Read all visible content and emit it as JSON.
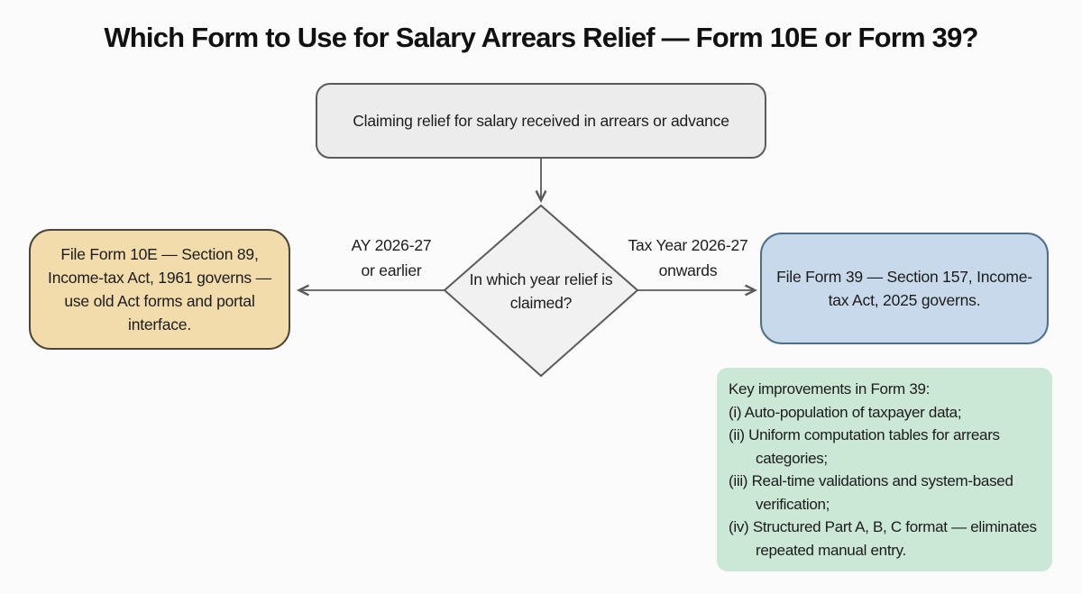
{
  "title": "Which Form to Use for Salary Arrears Relief — Form 10E or Form 39?",
  "flow": {
    "start": "Claiming relief for salary received in arrears or advance",
    "decision": "In which year relief is claimed?",
    "left_branch": {
      "label_line1": "AY 2026-27",
      "label_line2": "or earlier",
      "outcome": "File Form 10E — Section 89, Income-tax Act, 1961 governs — use old Act forms and portal interface."
    },
    "right_branch": {
      "label_line1": "Tax Year 2026-27",
      "label_line2": "onwards",
      "outcome": "File Form 39 — Section 157, Income-tax Act, 2025 governs."
    },
    "note": {
      "heading": "Key improvements in Form 39:",
      "items": [
        "(i) Auto-population of taxpayer data;",
        "(ii) Uniform computation tables for arrears categories;",
        "(iii) Real-time validations and system-based verification;",
        "(iv) Structured Part A, B, C format — eliminates repeated manual entry."
      ]
    }
  },
  "colors": {
    "start_fill": "#ececec",
    "decision_fill": "#f1f1f1",
    "left_fill": "#f2dcab",
    "right_fill": "#c7d9ea",
    "note_fill": "#cbe7d6",
    "stroke": "#5a5a5a",
    "left_border": "#4c463a",
    "right_border": "#4e6e8e"
  }
}
